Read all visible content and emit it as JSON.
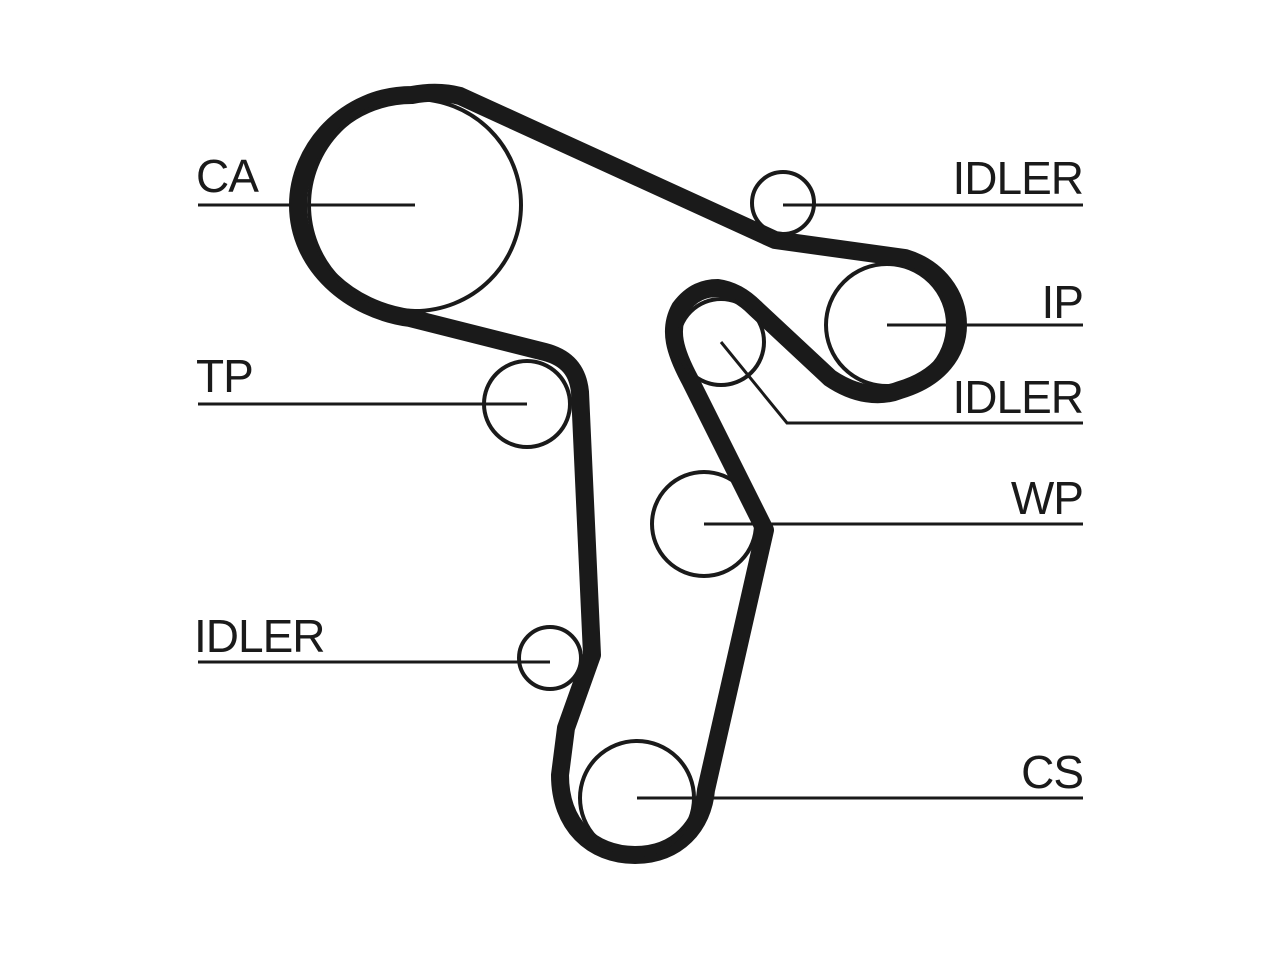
{
  "diagram": {
    "labels": {
      "ca": "CA",
      "tp": "TP",
      "idler_lower_left": "IDLER",
      "idler_top_right": "IDLER",
      "ip": "IP",
      "idler_middle_right": "IDLER",
      "wp": "WP",
      "cs": "CS"
    },
    "colors": {
      "line": "#1a1a1a",
      "background": "#ffffff"
    }
  }
}
